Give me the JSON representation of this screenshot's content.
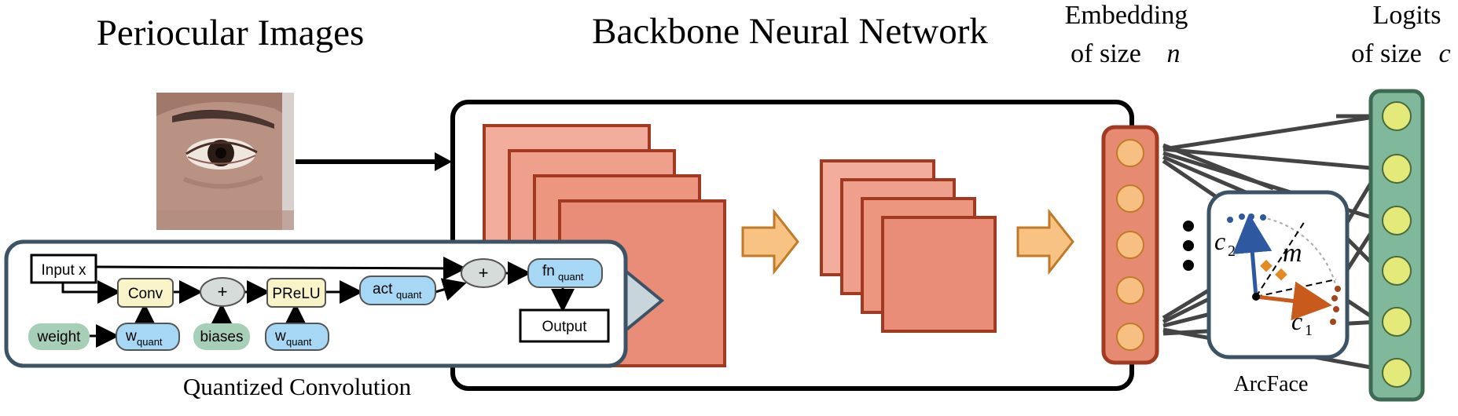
{
  "titles": {
    "periocular": "Periocular Images",
    "backbone": "Backbone Neural Network",
    "embedding_line1": "Embedding",
    "embedding_line2": "of size",
    "embedding_var": "n",
    "logits_line1": "Logits",
    "logits_line2": "of size",
    "logits_var": "c"
  },
  "quantized": {
    "caption": "Quantized Convolution",
    "input": "Input x",
    "conv": "Conv",
    "plus": "+",
    "prelu": "PReLU",
    "act": "act",
    "act_sub": "quant",
    "fn": "fn",
    "fn_sub": "quant",
    "output": "Output",
    "weight": "weight",
    "w": "w",
    "w_sub": "quant",
    "biases": "biases"
  },
  "arcface": {
    "label": "ArcFace",
    "c2": "c",
    "c2_sub": "2",
    "c1": "c",
    "c1_sub": "1",
    "margin": "m"
  },
  "colors": {
    "feature_map": "#e98d78",
    "feature_map_light": "#f0a898",
    "feature_stroke": "#a23a22",
    "arrow_fill": "#f7c282",
    "embedding_fill": "#e78a72",
    "node_fill": "#f7bf82",
    "logits_fill": "#7fb89a",
    "logit_node": "#e3ea7a",
    "blue_box": "#a6d8f5",
    "green_box": "#a7cfb8",
    "yellow_box": "#f8f4c8",
    "panel_border": "#3c5366"
  },
  "icons": [
    "eye-photo",
    "arrow-right-icon",
    "ellipsis-icon"
  ]
}
